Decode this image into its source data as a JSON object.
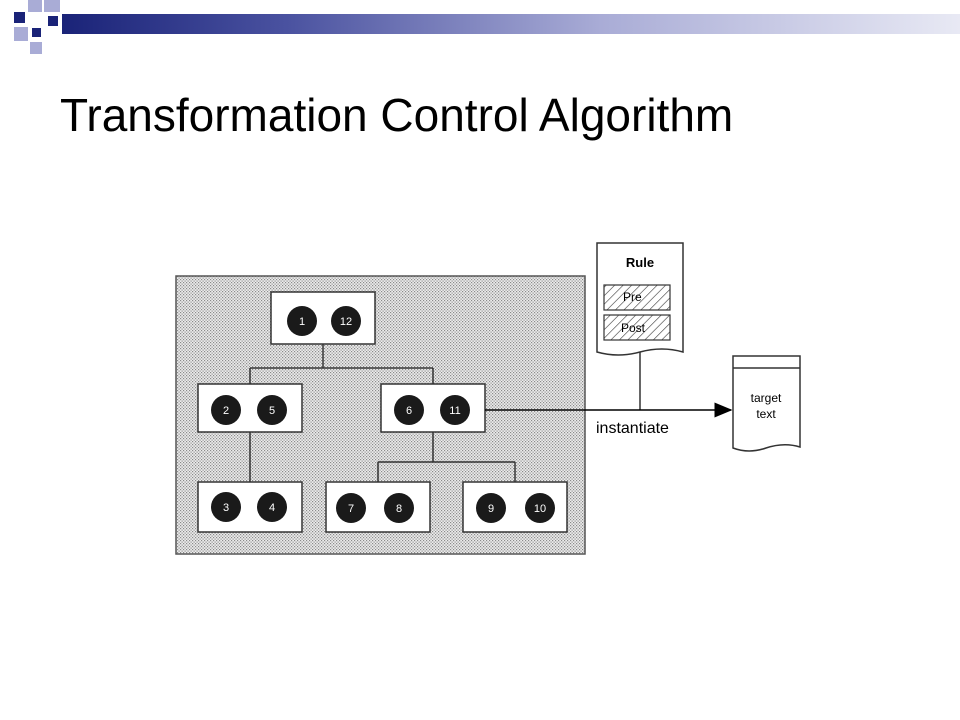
{
  "slide": {
    "title": "Transformation Control Algorithm"
  },
  "diagram": {
    "rule": {
      "title": "Rule",
      "pre": "Pre",
      "post": "Post"
    },
    "edge_label": "instantiate",
    "target": {
      "line1": "target",
      "line2": "text"
    },
    "tree": {
      "root": [
        "1",
        "12"
      ],
      "left": [
        "2",
        "5"
      ],
      "right": [
        "6",
        "11"
      ],
      "left_child": [
        "3",
        "4"
      ],
      "right_child_a": [
        "7",
        "8"
      ],
      "right_child_b": [
        "9",
        "10"
      ]
    }
  },
  "colors": {
    "accent_dark": "#1a2378",
    "accent_light": "#a9acd6",
    "node_fill": "#1a1a1a",
    "panel_bg": "#e0e0e0"
  }
}
